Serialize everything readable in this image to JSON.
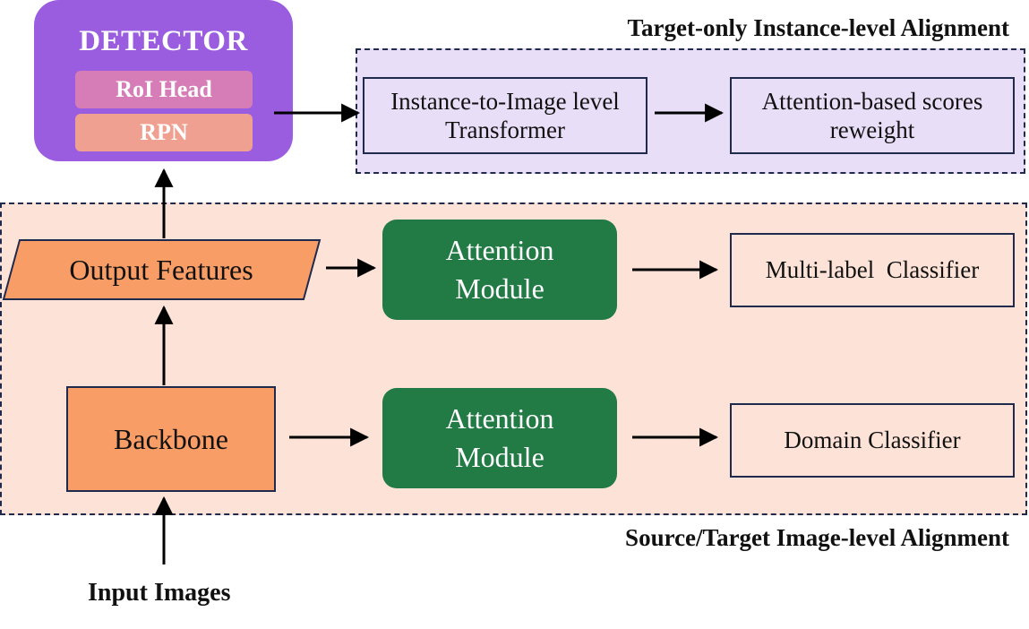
{
  "diagram": {
    "detector": {
      "title": "DETECTOR",
      "roi_head": "RoI Head",
      "rpn": "RPN"
    },
    "instance_alignment": {
      "title": "Target-only Instance-level Alignment",
      "transformer": "Instance-to-Image level Transformer",
      "reweight": "Attention-based scores reweight"
    },
    "image_alignment": {
      "title": "Source/Target Image-level Alignment",
      "output_features": "Output Features",
      "backbone": "Backbone",
      "attention_top": "Attention Module",
      "attention_bottom": "Attention Module",
      "multilabel_classifier": "Multi-label  Classifier",
      "domain_classifier": "Domain Classifier"
    },
    "input_label": "Input Images"
  },
  "colors": {
    "detector": "#9b5de0",
    "roi_head": "#d67cb7",
    "rpn": "#f0a090",
    "instance_region": "#e9def7",
    "image_region": "#fde3d7",
    "attention": "#227a45",
    "backbone": "#f99d66",
    "border": "#1f2a4d"
  }
}
